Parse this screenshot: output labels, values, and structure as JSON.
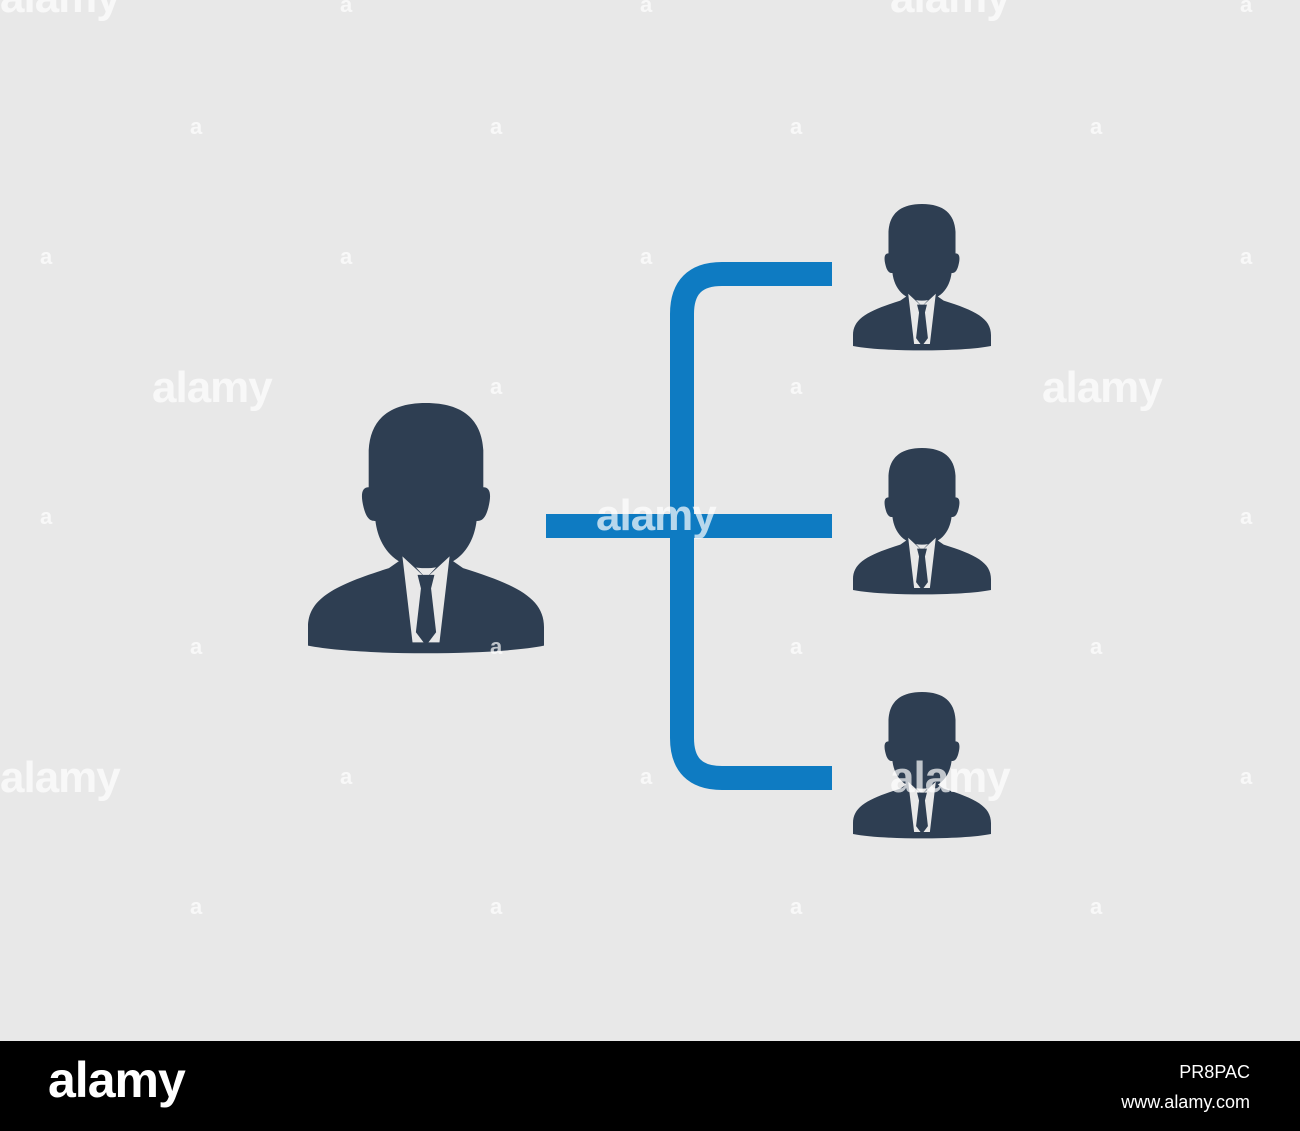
{
  "colors": {
    "background": "#e8e8e8",
    "person": "#2e3e52",
    "connector": "#0e7bc2",
    "tie_gap": "#e8e8e8",
    "footer_bg": "#000000",
    "footer_text": "#ffffff"
  },
  "diagram": {
    "icons": [
      "person-icon",
      "person-icon",
      "person-icon",
      "person-icon"
    ]
  },
  "watermark": {
    "text": "alamy",
    "short": "a"
  },
  "footer": {
    "logo": "alamy",
    "image_id": "PR8PAC",
    "url": "www.alamy.com"
  }
}
